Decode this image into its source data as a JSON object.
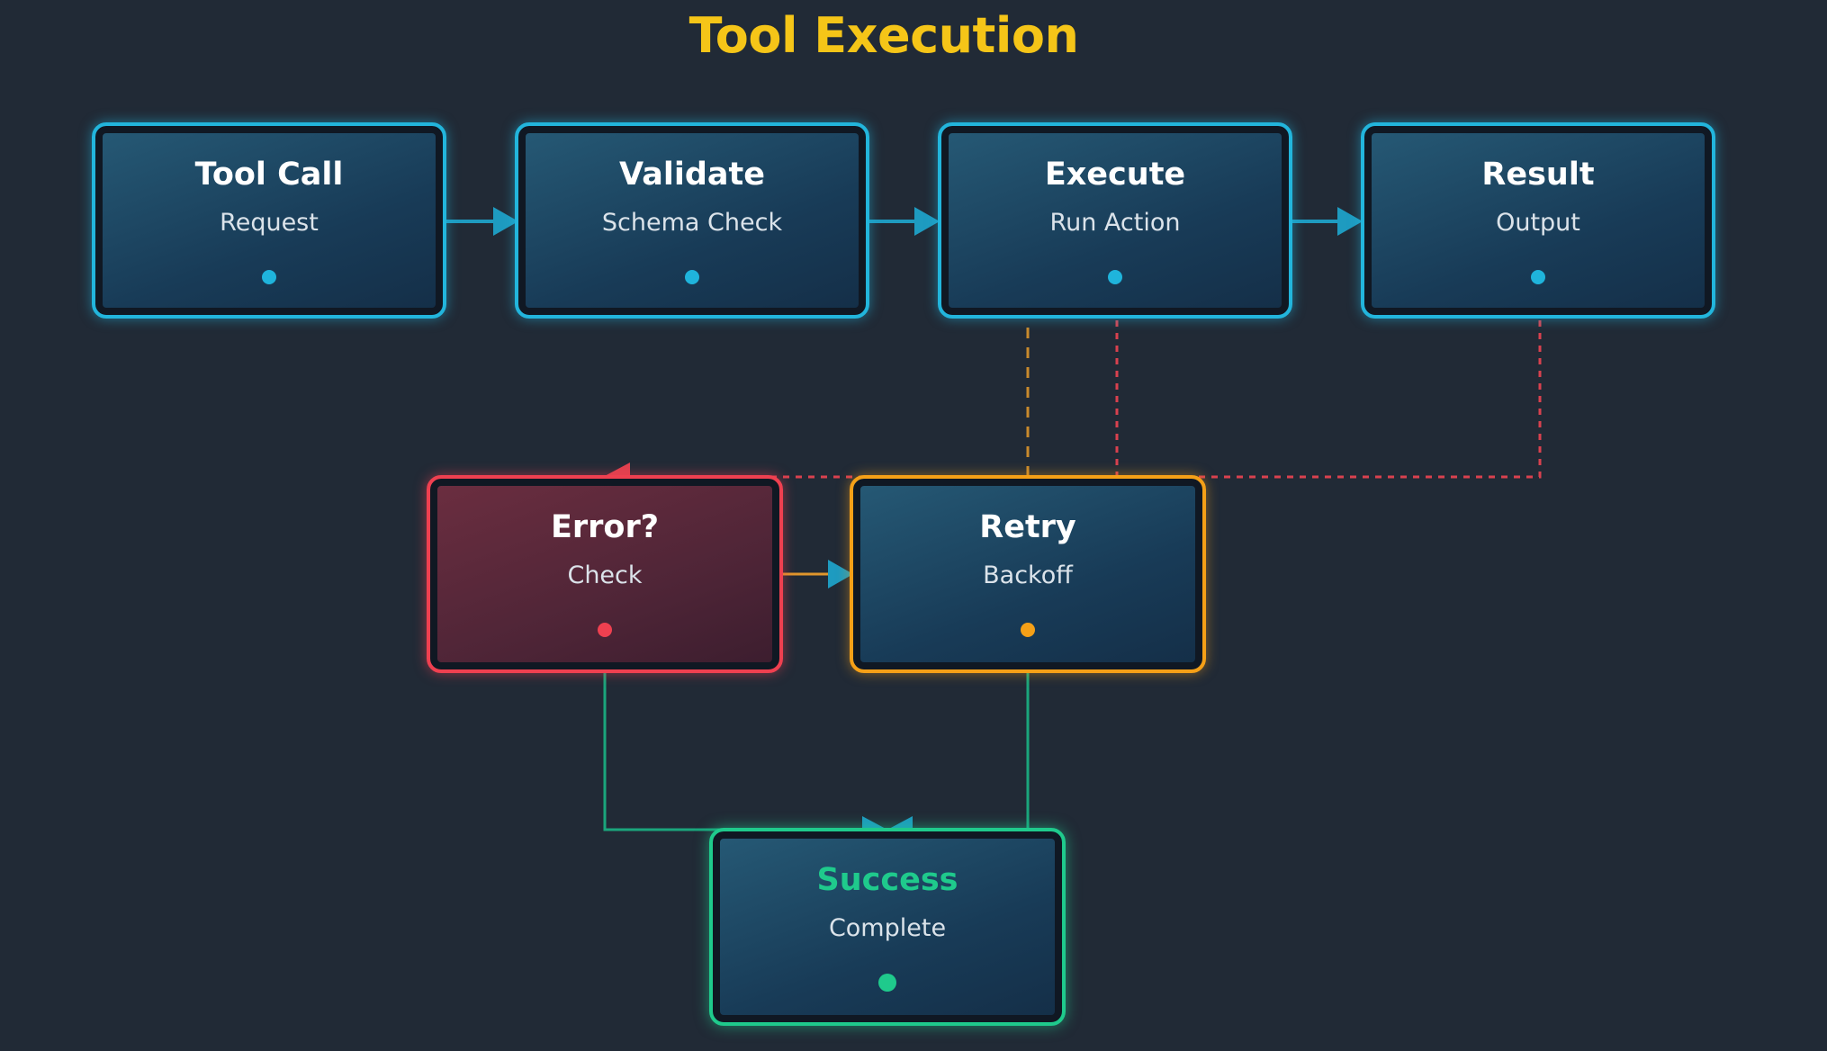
{
  "title": "Tool Execution",
  "colors": {
    "background": "#212a36",
    "title": "#f5c518",
    "cyan": "#22b5dc",
    "red": "#ef4050",
    "orange": "#f5a017",
    "green": "#1fca8c"
  },
  "nodes": {
    "tool_call": {
      "title": "Tool Call",
      "subtitle": "Request",
      "status": "cyan"
    },
    "validate": {
      "title": "Validate",
      "subtitle": "Schema Check",
      "status": "cyan"
    },
    "execute": {
      "title": "Execute",
      "subtitle": "Run Action",
      "status": "cyan"
    },
    "result": {
      "title": "Result",
      "subtitle": "Output",
      "status": "cyan"
    },
    "error": {
      "title": "Error?",
      "subtitle": "Check",
      "status": "red"
    },
    "retry": {
      "title": "Retry",
      "subtitle": "Backoff",
      "status": "orange"
    },
    "success": {
      "title": "Success",
      "subtitle": "Complete",
      "status": "green"
    }
  },
  "edges": [
    {
      "from": "tool_call",
      "to": "validate",
      "style": "solid",
      "color": "cyan"
    },
    {
      "from": "validate",
      "to": "execute",
      "style": "solid",
      "color": "cyan"
    },
    {
      "from": "execute",
      "to": "result",
      "style": "solid",
      "color": "cyan"
    },
    {
      "from": "execute",
      "to": "error",
      "style": "dashed",
      "color": "red"
    },
    {
      "from": "result",
      "to": "error",
      "style": "dashed",
      "color": "red"
    },
    {
      "from": "error",
      "to": "retry",
      "style": "solid",
      "color": "orange"
    },
    {
      "from": "retry",
      "to": "execute",
      "style": "dashed",
      "color": "orange"
    },
    {
      "from": "error",
      "to": "success",
      "style": "solid",
      "color": "green"
    },
    {
      "from": "retry",
      "to": "success",
      "style": "solid",
      "color": "green"
    }
  ]
}
